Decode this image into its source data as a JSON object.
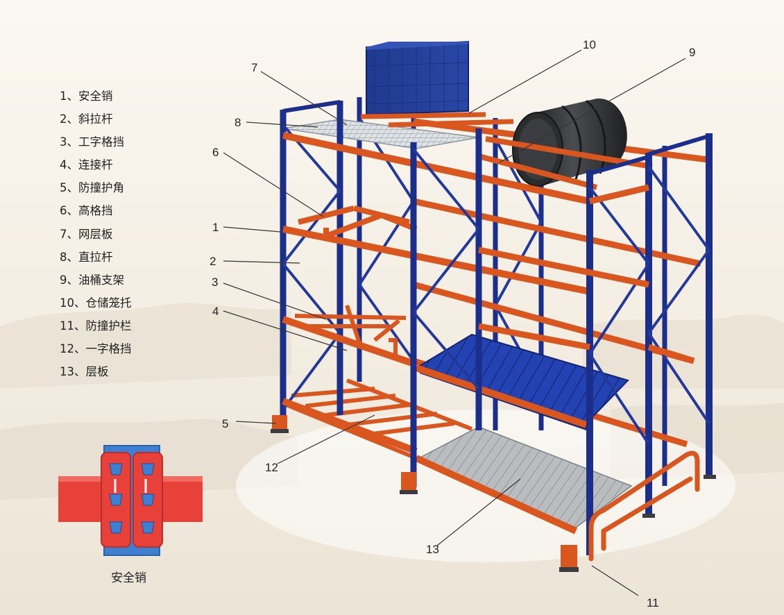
{
  "legend": {
    "items": [
      "1、安全销",
      "2、斜拉杆",
      "3、工字格挡",
      "4、连接杆",
      "5、防撞护角",
      "6、高格挡",
      "7、网层板",
      "8、直拉杆",
      "9、油桶支架",
      "10、仓储笼托",
      "11、防撞护栏",
      "12、一字格挡",
      "13、层板"
    ]
  },
  "callouts": [
    "1",
    "2",
    "3",
    "4",
    "5",
    "6",
    "7",
    "8",
    "9",
    "10",
    "11",
    "12",
    "13"
  ],
  "detail": {
    "caption": "安全销"
  },
  "colors": {
    "upright_blue": "#1b2f8a",
    "beam_orange": "#d9561e",
    "deck_blue": "#1f3ea8",
    "steel_gray": "#a9adb0",
    "drum": "#2a2c2e",
    "pin_red": "#e8413a",
    "pin_blue": "#3d7fd0"
  }
}
